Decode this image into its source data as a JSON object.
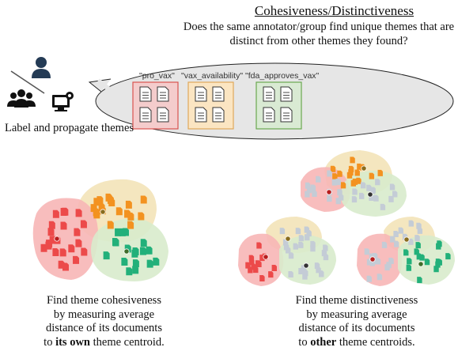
{
  "title": "Cohesiveness/Distinctiveness",
  "question": "Does the same annotator/group find unique themes that are distinct from other themes they found?",
  "label_propagate": "Label and propagate themes",
  "themes": [
    {
      "label": "\"pro_vax\"",
      "fill": "#f4cccc",
      "stroke": "#d9534f"
    },
    {
      "label": "\"vax_availability\"",
      "fill": "#fbe5c2",
      "stroke": "#e0a85a"
    },
    {
      "label": "\"fda_approves_vax\"",
      "fill": "#d9ead3",
      "stroke": "#6aa84f"
    }
  ],
  "caption_left": {
    "line1": "Find theme cohesiveness",
    "line2": "by measuring average",
    "line3": "distance of its documents",
    "line4_pre": "to ",
    "line4_bold": "its own",
    "line4_post": " theme centroid."
  },
  "caption_right": {
    "line1": "Find theme distinctiveness",
    "line2": "by measuring average",
    "line3": "distance of its documents",
    "line4_pre": "to ",
    "line4_bold": "other",
    "line4_post": " theme centroids."
  },
  "colors": {
    "red_doc": "#ec4a4a",
    "orange_doc": "#f39220",
    "green_doc": "#22b07a",
    "grey_doc": "#c4ccd6",
    "red_blob": "#f7b6b6",
    "orange_blob": "#f3e3b8",
    "green_blob": "#d8ebcc"
  }
}
